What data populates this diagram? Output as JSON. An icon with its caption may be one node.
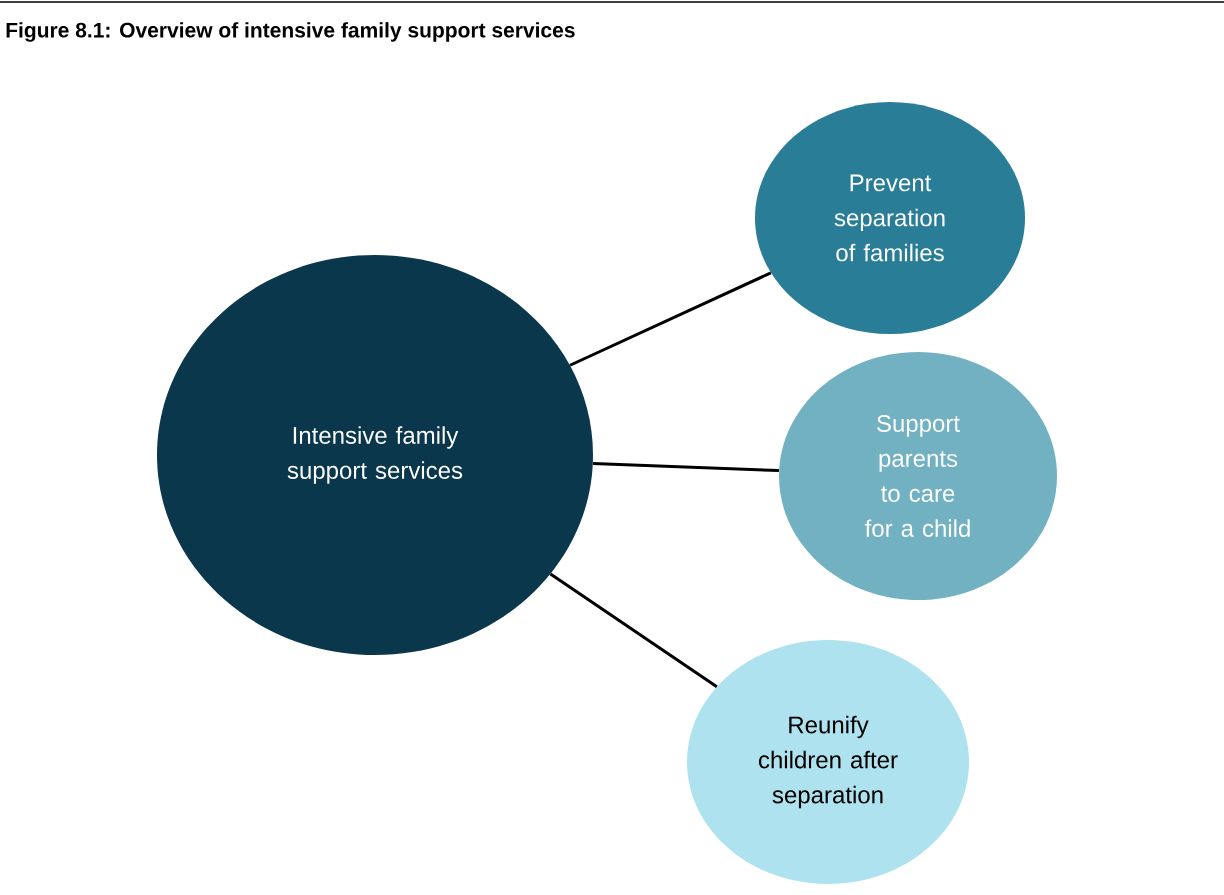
{
  "diagram": {
    "title": "Figure 8.1: Overview of intensive family support services",
    "nodes": [
      {
        "text": [
          "Intensive family support services"
        ]
      },
      {
        "text": [
          "Prevent separation of families"
        ]
      },
      {
        "text": [
          "Support parents to care for a child"
        ]
      },
      {
        "text": [
          "Reunify children after separation"
        ]
      }
    ],
    "edges": [
      {
        "from": 0,
        "to": 1,
        "arrow": "none"
      },
      {
        "from": 0,
        "to": 2,
        "arrow": "none"
      },
      {
        "from": 0,
        "to": 3,
        "arrow": "none"
      }
    ]
  }
}
